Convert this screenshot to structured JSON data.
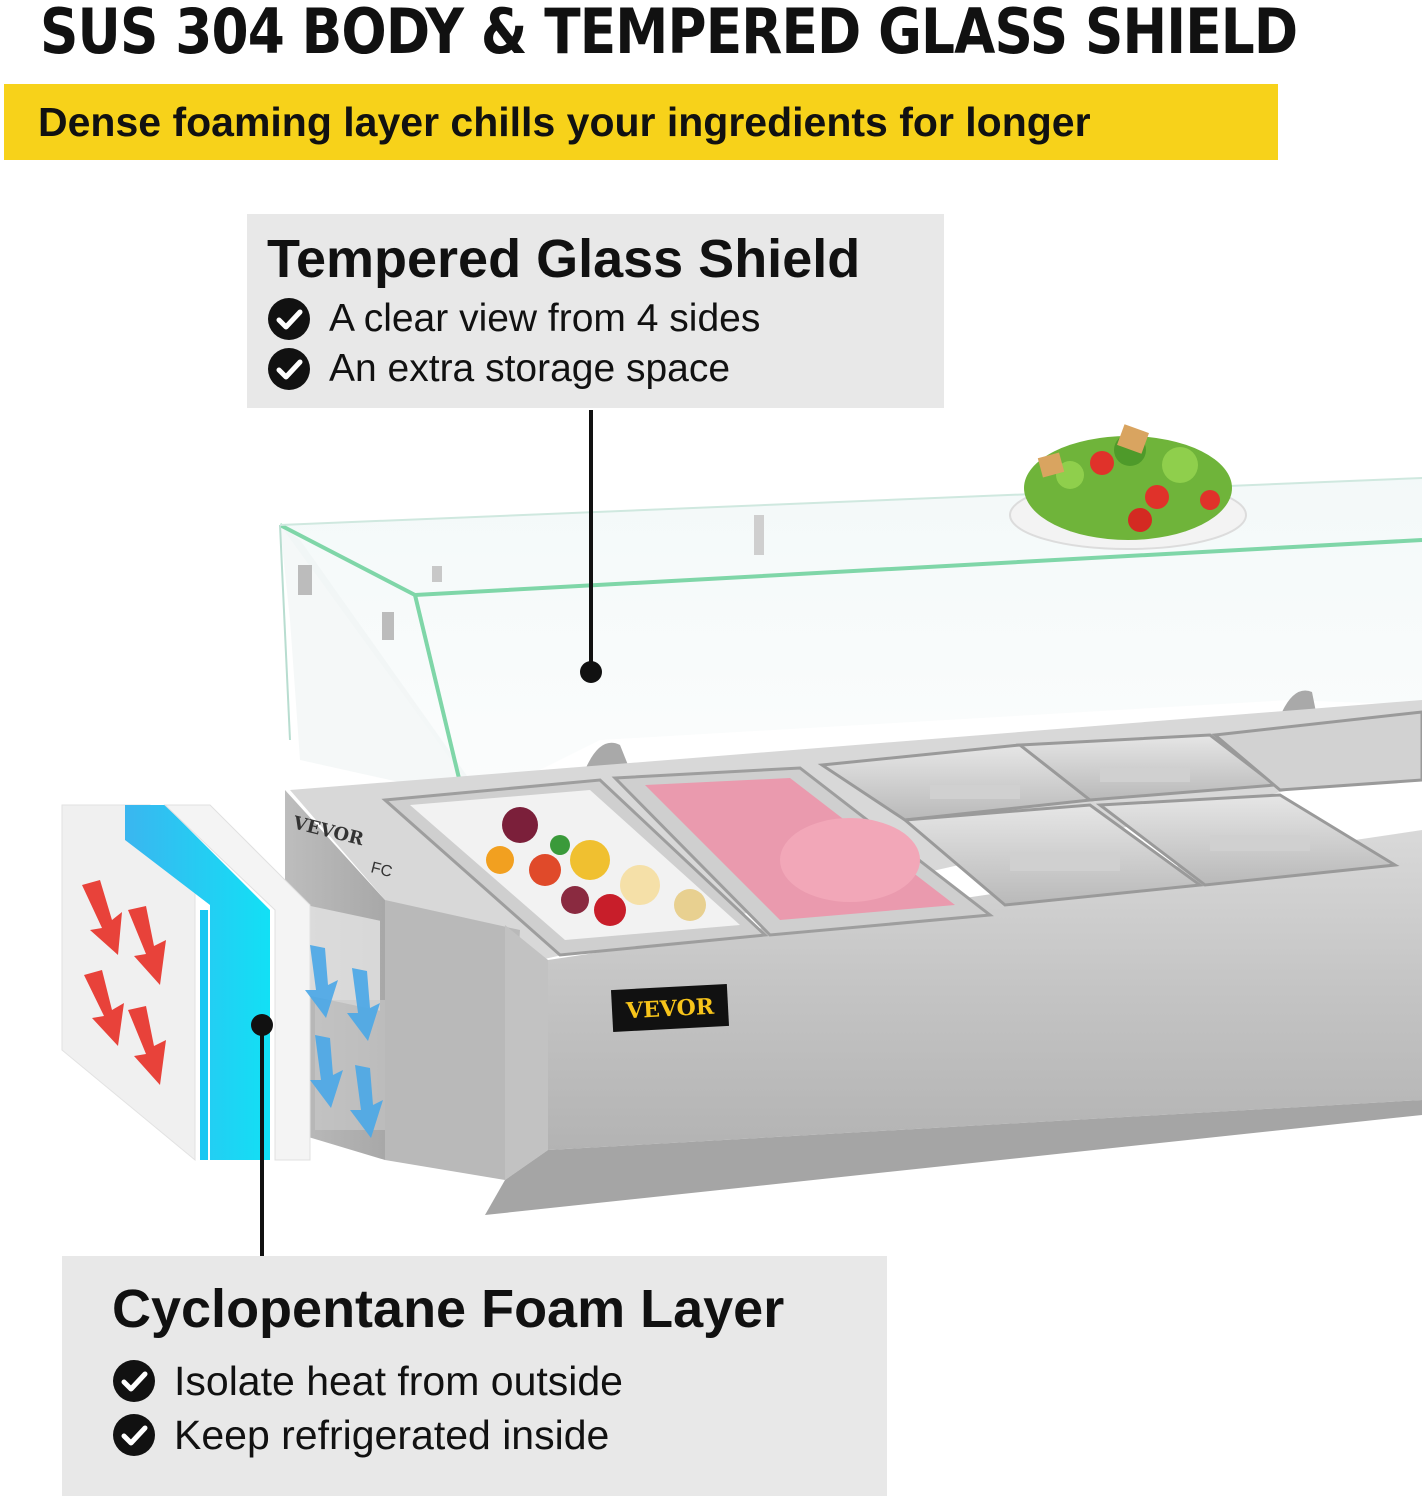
{
  "headline": "SUS 304 BODY & TEMPERED GLASS SHIELD",
  "banner": "Dense foaming layer chills your ingredients for longer",
  "glass_callout": {
    "title": "Tempered Glass Shield",
    "bullets": [
      "A clear view from 4 sides",
      "An extra storage space"
    ]
  },
  "foam_callout": {
    "title": "Cyclopentane Foam Layer",
    "bullets": [
      "Isolate heat from outside",
      "Keep refrigerated inside"
    ]
  },
  "product": {
    "brand_label": "VEVOR",
    "side_brand": "VEVOR",
    "fc_mark": "FC"
  },
  "colors": {
    "banner": "#f7d21a",
    "callout_bg": "#e8e8e8",
    "steel": "#c9c9c9",
    "glass_edge": "#7fd6a8",
    "foam_blue": "#1ec8f0",
    "heat_arrow": "#e8423a",
    "cold_arrow": "#4aa8e8"
  },
  "icons": [
    "check-circle-icon",
    "heat-arrow-icon",
    "cold-arrow-icon"
  ]
}
